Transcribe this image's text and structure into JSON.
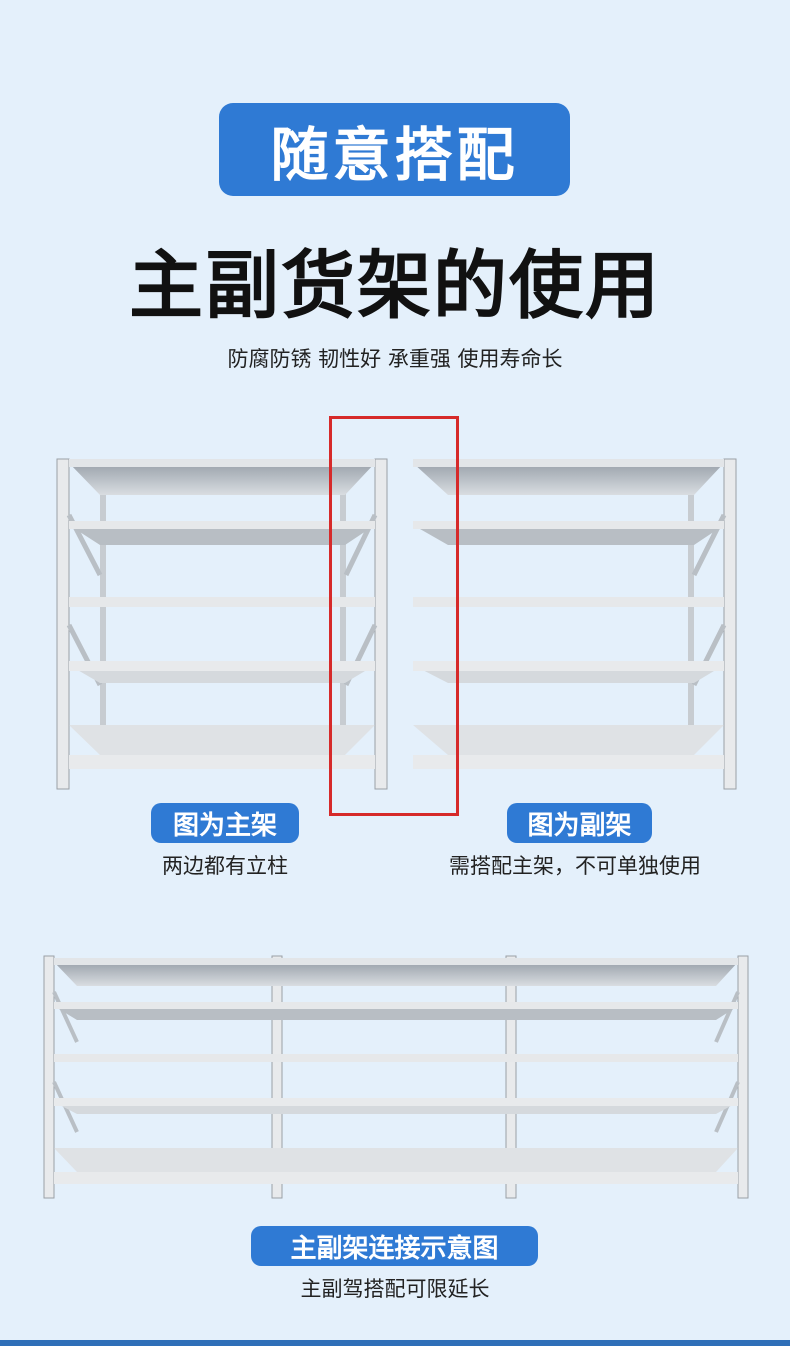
{
  "header": {
    "badge": "随意搭配",
    "title": "主副货架的使用",
    "subtitle": "防腐防锈 韧性好 承重强 使用寿命长"
  },
  "main_rack": {
    "label": "图为主架",
    "caption": "两边都有立柱"
  },
  "sub_rack": {
    "label": "图为副架",
    "caption": "需搭配主架，不可单独使用"
  },
  "connection": {
    "label": "主副架连接示意图",
    "caption": "主副驾搭配可限延长"
  },
  "colors": {
    "accent": "#2f7ad4",
    "background": "#e4f0fb",
    "highlight": "#d62a2a"
  }
}
